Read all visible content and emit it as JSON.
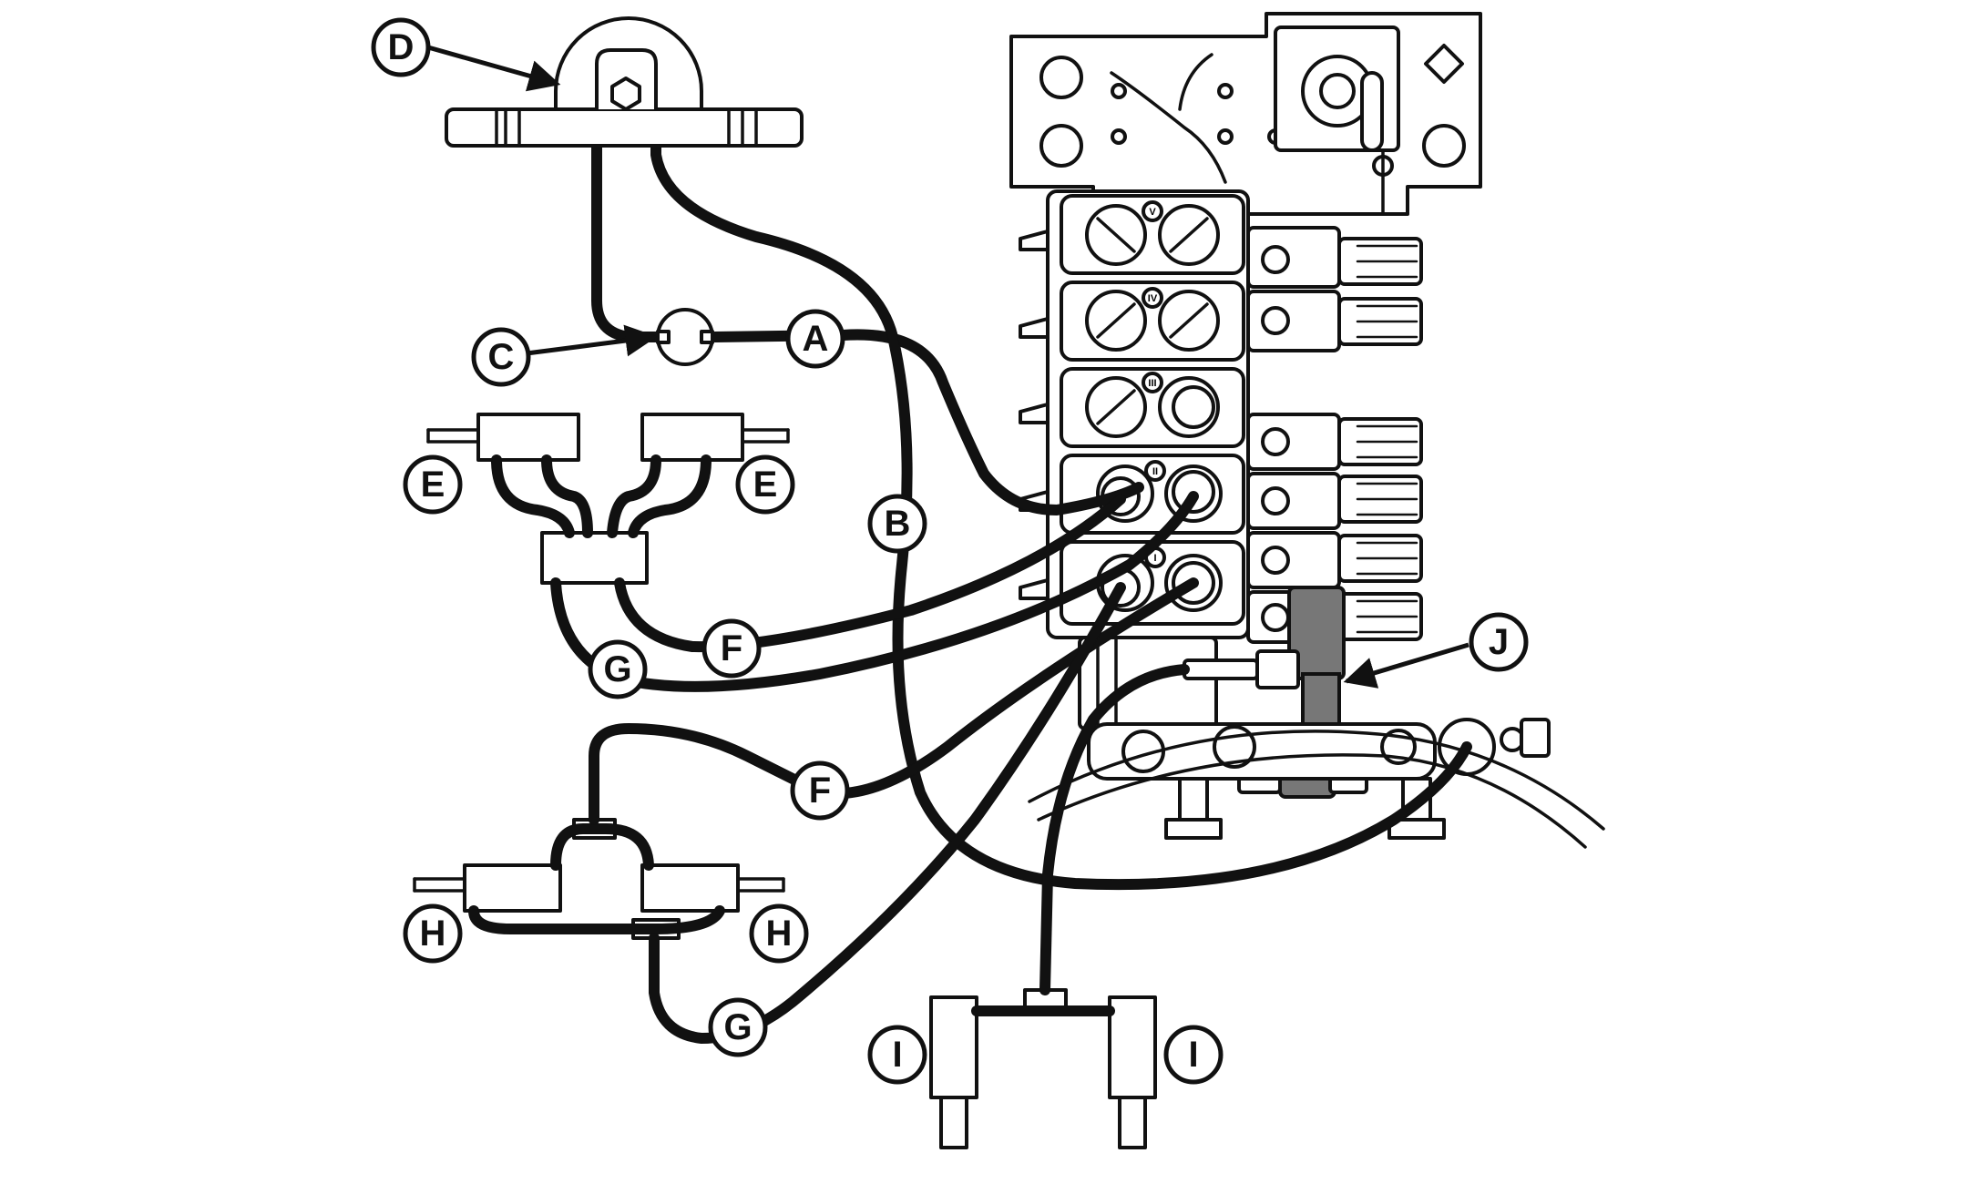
{
  "callouts": [
    {
      "id": "A",
      "label": "A"
    },
    {
      "id": "B",
      "label": "B"
    },
    {
      "id": "C",
      "label": "C"
    },
    {
      "id": "D",
      "label": "D"
    },
    {
      "id": "E1",
      "label": "E"
    },
    {
      "id": "E2",
      "label": "E"
    },
    {
      "id": "F1",
      "label": "F"
    },
    {
      "id": "F2",
      "label": "F"
    },
    {
      "id": "G1",
      "label": "G"
    },
    {
      "id": "G2",
      "label": "G"
    },
    {
      "id": "H1",
      "label": "H"
    },
    {
      "id": "H2",
      "label": "H"
    },
    {
      "id": "I1",
      "label": "I"
    },
    {
      "id": "I2",
      "label": "I"
    },
    {
      "id": "J",
      "label": "J"
    }
  ],
  "valve_section_marks": [
    "V",
    "IV",
    "III",
    "II",
    "I"
  ]
}
